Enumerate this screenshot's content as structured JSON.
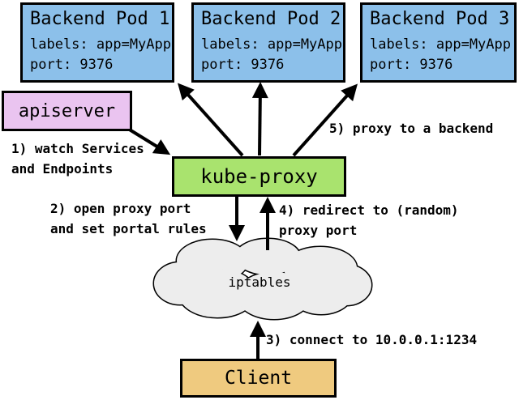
{
  "diagram": {
    "pods": [
      {
        "title": "Backend Pod 1",
        "labels_line": "labels: app=MyApp",
        "port_line": "port: 9376"
      },
      {
        "title": "Backend Pod 2",
        "labels_line": "labels: app=MyApp",
        "port_line": "port: 9376"
      },
      {
        "title": "Backend Pod 3",
        "labels_line": "labels: app=MyApp",
        "port_line": "port: 9376"
      }
    ],
    "apiserver_label": "apiserver",
    "kube_proxy_label": "kube-proxy",
    "iptables_label": "iptables",
    "client_label": "Client",
    "steps": {
      "step1": "1) watch Services\nand Endpoints",
      "step2": "2) open proxy port\nand set portal rules",
      "step3": "3) connect to 10.0.0.1:1234",
      "step4": "4) redirect to (random)\nproxy port",
      "step5": "5) proxy to a backend"
    },
    "colors": {
      "pod_fill": "#8CC0EA",
      "apiserver_fill": "#EAC4F0",
      "kube_proxy_fill": "#A9E36E",
      "client_fill": "#EFCA7F",
      "cloud_fill": "#EDEDED",
      "stroke": "#000000"
    }
  }
}
